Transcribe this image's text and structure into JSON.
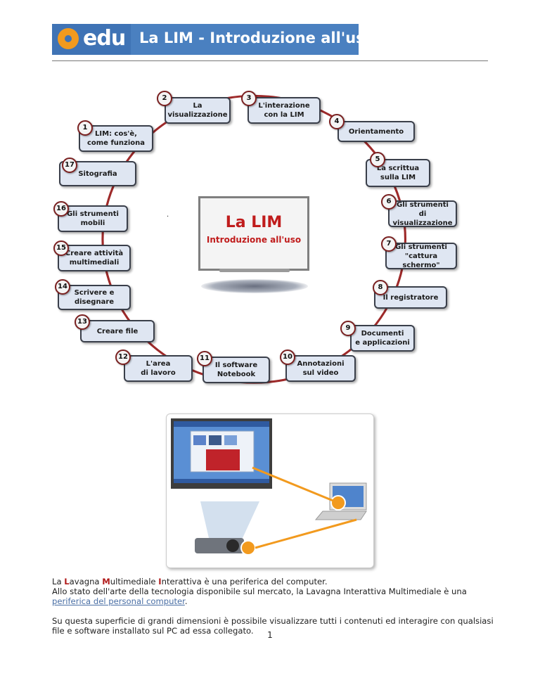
{
  "header": {
    "logo_text": "edu",
    "title": "La LIM - Introduzione all'uso"
  },
  "diagram": {
    "center": {
      "title": "La LIM",
      "subtitle": "Introduzione all'uso"
    },
    "nodes": [
      {
        "num": "1",
        "label": "LIM: cos'è,\ncome funziona"
      },
      {
        "num": "2",
        "label": "La\nvisualizzazione"
      },
      {
        "num": "3",
        "label": "L'interazione\ncon la LIM"
      },
      {
        "num": "4",
        "label": "Orientamento"
      },
      {
        "num": "5",
        "label": "La scrittua\nsulla LIM"
      },
      {
        "num": "6",
        "label": "Gli strumenti\ndi visualizzazione"
      },
      {
        "num": "7",
        "label": "Gli strumenti\n\"cattura schermo\""
      },
      {
        "num": "8",
        "label": "Il registratore"
      },
      {
        "num": "9",
        "label": "Documenti\ne applicazioni"
      },
      {
        "num": "10",
        "label": "Annotazioni\nsul video"
      },
      {
        "num": "11",
        "label": "Il software\nNotebook"
      },
      {
        "num": "12",
        "label": "L'area\ndi lavoro"
      },
      {
        "num": "13",
        "label": "Creare file"
      },
      {
        "num": "14",
        "label": "Scrivere e\ndisegnare"
      },
      {
        "num": "15",
        "label": "Creare attività\nmultimediali"
      },
      {
        "num": "16",
        "label": "Gli strumenti\nmobili"
      },
      {
        "num": "17",
        "label": "Sitografia"
      }
    ]
  },
  "body": {
    "line1": {
      "parts": [
        "La ",
        "L",
        "avagna ",
        "M",
        "ultimediale ",
        "I",
        "nterattiva è una periferica del computer."
      ]
    },
    "line2_text": "Allo stato dell'arte della tecnologia disponibile sul mercato, la Lavagna Interattiva Multimediale è una",
    "line3_link": "periferica del personal computer",
    "line3_end": ".",
    "paragraph2": "Su questa superficie di grandi dimensioni è possibile visualizzare tutti i contenuti ed interagire con qualsiasi file e software installato sul PC ad essa collegato."
  },
  "footer": {
    "page_number": "1"
  },
  "colors": {
    "banner_blue": "#4a80c0",
    "logo_orange": "#f29a1e",
    "accent_red": "#c01c1c",
    "link_blue": "#4a6fa5",
    "ring_red": "#9e2a2a",
    "box_fill": "#dfe6f2"
  }
}
